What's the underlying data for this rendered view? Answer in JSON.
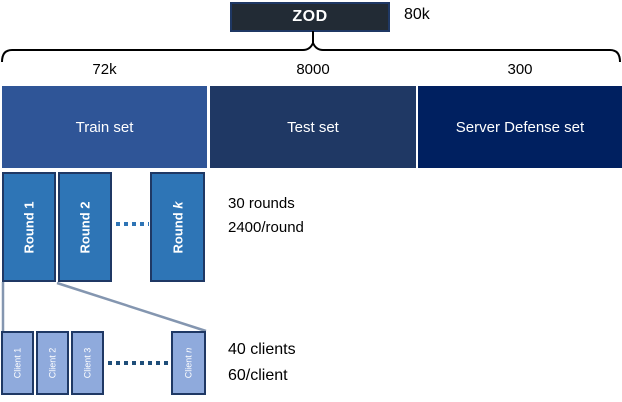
{
  "root": {
    "label": "ZOD",
    "total": "80k"
  },
  "splits": [
    {
      "label": "Train set",
      "count": "72k"
    },
    {
      "label": "Test set",
      "count": "8000"
    },
    {
      "label": "Server Defense set",
      "count": "300"
    }
  ],
  "rounds": {
    "items": [
      {
        "text": "Round 1",
        "it": ""
      },
      {
        "text": "Round 2",
        "it": ""
      },
      {
        "text": "Round ",
        "it": "k"
      }
    ],
    "note_line1": "30 rounds",
    "note_line2": "2400/round"
  },
  "clients": {
    "items": [
      {
        "text": "Client 1",
        "it": ""
      },
      {
        "text": "Client 2",
        "it": ""
      },
      {
        "text": "Client 3",
        "it": ""
      },
      {
        "text": "Client ",
        "it": "n"
      }
    ],
    "note_line1": "40 clients",
    "note_line2": "60/client"
  },
  "colors": {
    "zod_fill": "#222B35",
    "zod_border": "#1F3864",
    "train_fill": "#2F5597",
    "test_fill": "#1F3864",
    "defense_fill": "#002060",
    "round_fill": "#2E75B6",
    "round_border": "#1F3864",
    "client_fill": "#8FAADC",
    "client_border": "#1F3864",
    "connector_gray": "#8496B0",
    "dots_rounds": "#2E74B5",
    "dots_clients": "#1F4E79",
    "text_on_dark": "#FFFFFF",
    "text_black": "#000000"
  }
}
